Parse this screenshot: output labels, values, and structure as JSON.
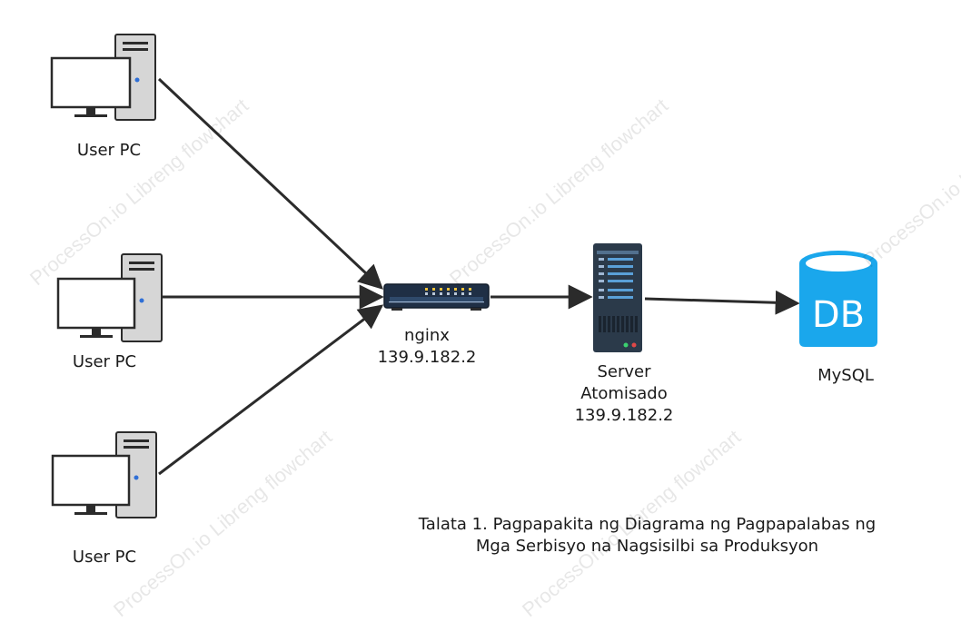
{
  "watermark": "ProcessOn.io Libreng flowchart",
  "nodes": {
    "pc1": {
      "label": "User PC"
    },
    "pc2": {
      "label": "User PC"
    },
    "pc3": {
      "label": "User PC"
    },
    "nginx": {
      "name": "nginx",
      "ip": "139.9.182.2"
    },
    "server": {
      "line1": "Server",
      "line2": "Atomisado",
      "ip": "139.9.182.2"
    },
    "db": {
      "icon_text": "DB",
      "label": "MySQL"
    }
  },
  "caption": {
    "line1": "Talata 1. Pagpapakita ng Diagrama ng Pagpapalabas ng",
    "line2": "Mga Serbisyo na Nagsisilbi sa Produksyon"
  },
  "colors": {
    "arrow": "#2b2b2b",
    "db_blue": "#1aa7ec",
    "tower": "#d6d6d6",
    "server_dark": "#2b3a4a",
    "switch_dark": "#1f2f45"
  }
}
